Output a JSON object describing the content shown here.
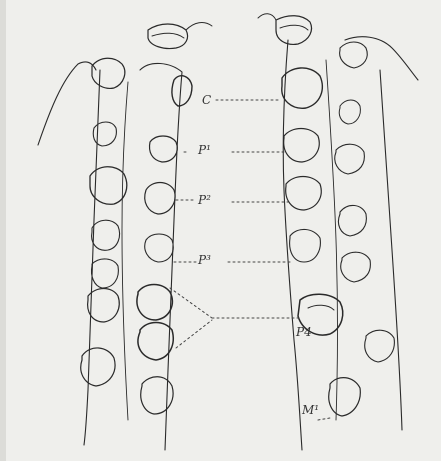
{
  "figure": {
    "labels": {
      "canine": "C",
      "premolar1": "P¹",
      "premolar2": "P²",
      "premolar3": "P³",
      "premolar4": "P4",
      "molar1": "M¹"
    }
  }
}
